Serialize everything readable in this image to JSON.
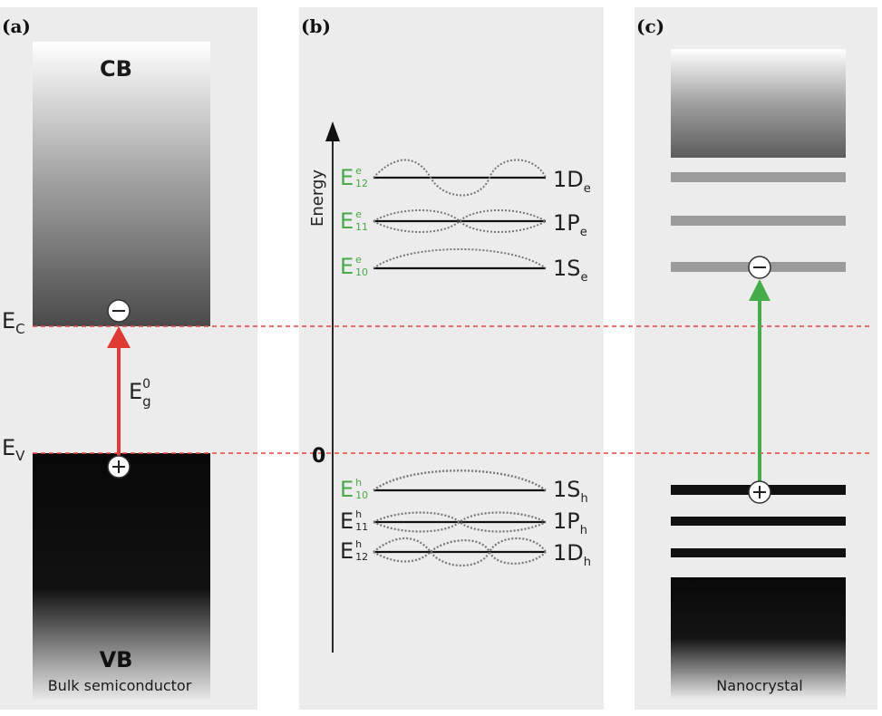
{
  "panel_a": {
    "label": "(a)",
    "cb": "CB",
    "vb": "VB",
    "caption": "Bulk semiconductor",
    "ec": {
      "main": "E",
      "sub": "C"
    },
    "ev": {
      "main": "E",
      "sub": "V"
    },
    "gap": {
      "main": "E",
      "sub": "g",
      "sup": "0"
    },
    "electron": "−",
    "hole": "+"
  },
  "panel_b": {
    "label": "(b)",
    "axis": "Energy",
    "zero": "0",
    "electron_levels": [
      {
        "e_main": "E",
        "e_sup": "e",
        "e_sub": "12",
        "state_main": "1D",
        "state_sub": "e"
      },
      {
        "e_main": "E",
        "e_sup": "e",
        "e_sub": "11",
        "state_main": "1P",
        "state_sub": "e"
      },
      {
        "e_main": "E",
        "e_sup": "e",
        "e_sub": "10",
        "state_main": "1S",
        "state_sub": "e"
      }
    ],
    "hole_levels": [
      {
        "e_main": "E",
        "e_sup": "h",
        "e_sub": "10",
        "state_main": "1S",
        "state_sub": "h"
      },
      {
        "e_main": "E",
        "e_sup": "h",
        "e_sub": "11",
        "state_main": "1P",
        "state_sub": "h"
      },
      {
        "e_main": "E",
        "e_sup": "h",
        "e_sub": "12",
        "state_main": "1D",
        "state_sub": "h"
      }
    ]
  },
  "panel_c": {
    "label": "(c)",
    "caption": "Nanocrystal",
    "electron": "−",
    "hole": "+"
  },
  "colors": {
    "panel_bg": "#ececec",
    "dashed_line": "#e8443a",
    "red_arrow": "#e03a34",
    "green_arrow": "#44ad4a",
    "green_label": "#4aa84a",
    "text": "#222222",
    "level_gray": "#9b9b9b",
    "level_black": "#111111"
  }
}
